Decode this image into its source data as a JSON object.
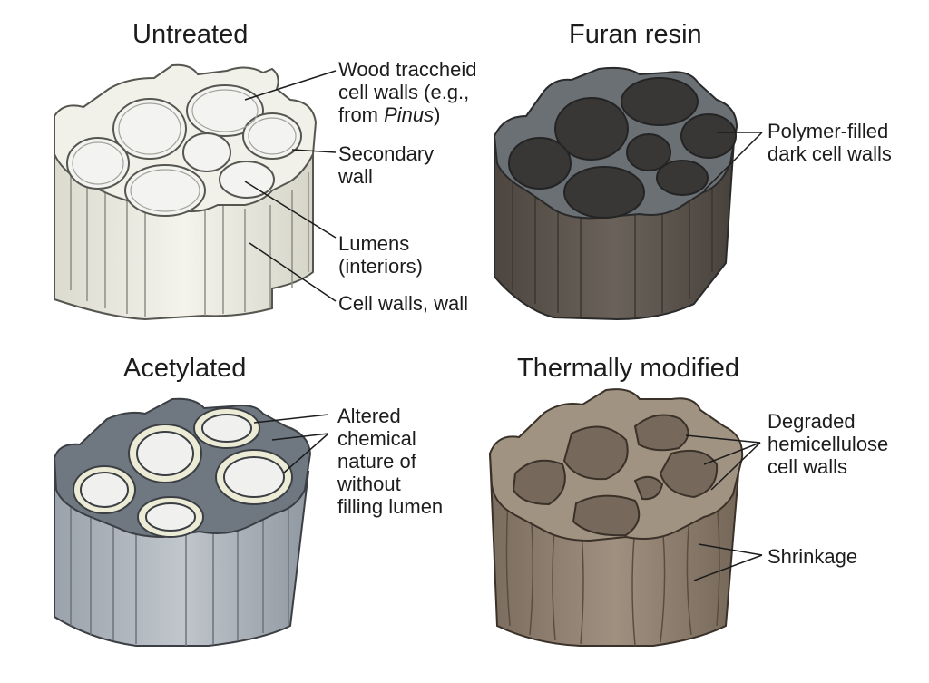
{
  "panels": {
    "untreated": {
      "title": "Untreated",
      "labels": {
        "tracheid_line1": "Wood traccheid",
        "tracheid_line2": "cell walls (e.g.,",
        "tracheid_line3_prefix": "from ",
        "tracheid_line3_italic": "Pinus",
        "tracheid_line3_suffix": ")",
        "secondary_line1": "Secondary",
        "secondary_line2": "wall",
        "lumens_line1": "Lumens",
        "lumens_line2": "(interiors)",
        "cellwalls_line1": "Cell walls, wall"
      },
      "colors": {
        "fill": "#ecebe1",
        "wall": "#f7f6ef",
        "lumen": "#f3f3f1",
        "stroke": "#55564f"
      }
    },
    "furan": {
      "title": "Furan resin",
      "labels": {
        "polymer_line1": "Polymer-filled",
        "polymer_line2": "dark cell walls"
      },
      "colors": {
        "fill": "#5b5650",
        "wall": "#6d7277",
        "lumen": "#383736",
        "stroke": "#2a2a2a"
      }
    },
    "acetylated": {
      "title": "Acetylated",
      "labels": {
        "altered_line1": "Altered",
        "altered_line2": "chemical",
        "altered_line3": "nature of",
        "altered_line4": "without",
        "altered_line5": "filling lumen"
      },
      "colors": {
        "fill": "#a9b1b9",
        "wall": "#6f7780",
        "ring": "#ecebd6",
        "lumen": "#f0f1ef",
        "stroke": "#3b3f44"
      }
    },
    "thermal": {
      "title": "Thermally modified",
      "labels": {
        "degraded_line1": "Degraded",
        "degraded_line2": "hemicellulose",
        "degraded_line3": "cell walls",
        "shrinkage_line1": "Shrinkage"
      },
      "colors": {
        "fill": "#8d7f70",
        "wall": "#a19382",
        "lumen": "#76695b",
        "stroke": "#3a3129"
      }
    }
  }
}
